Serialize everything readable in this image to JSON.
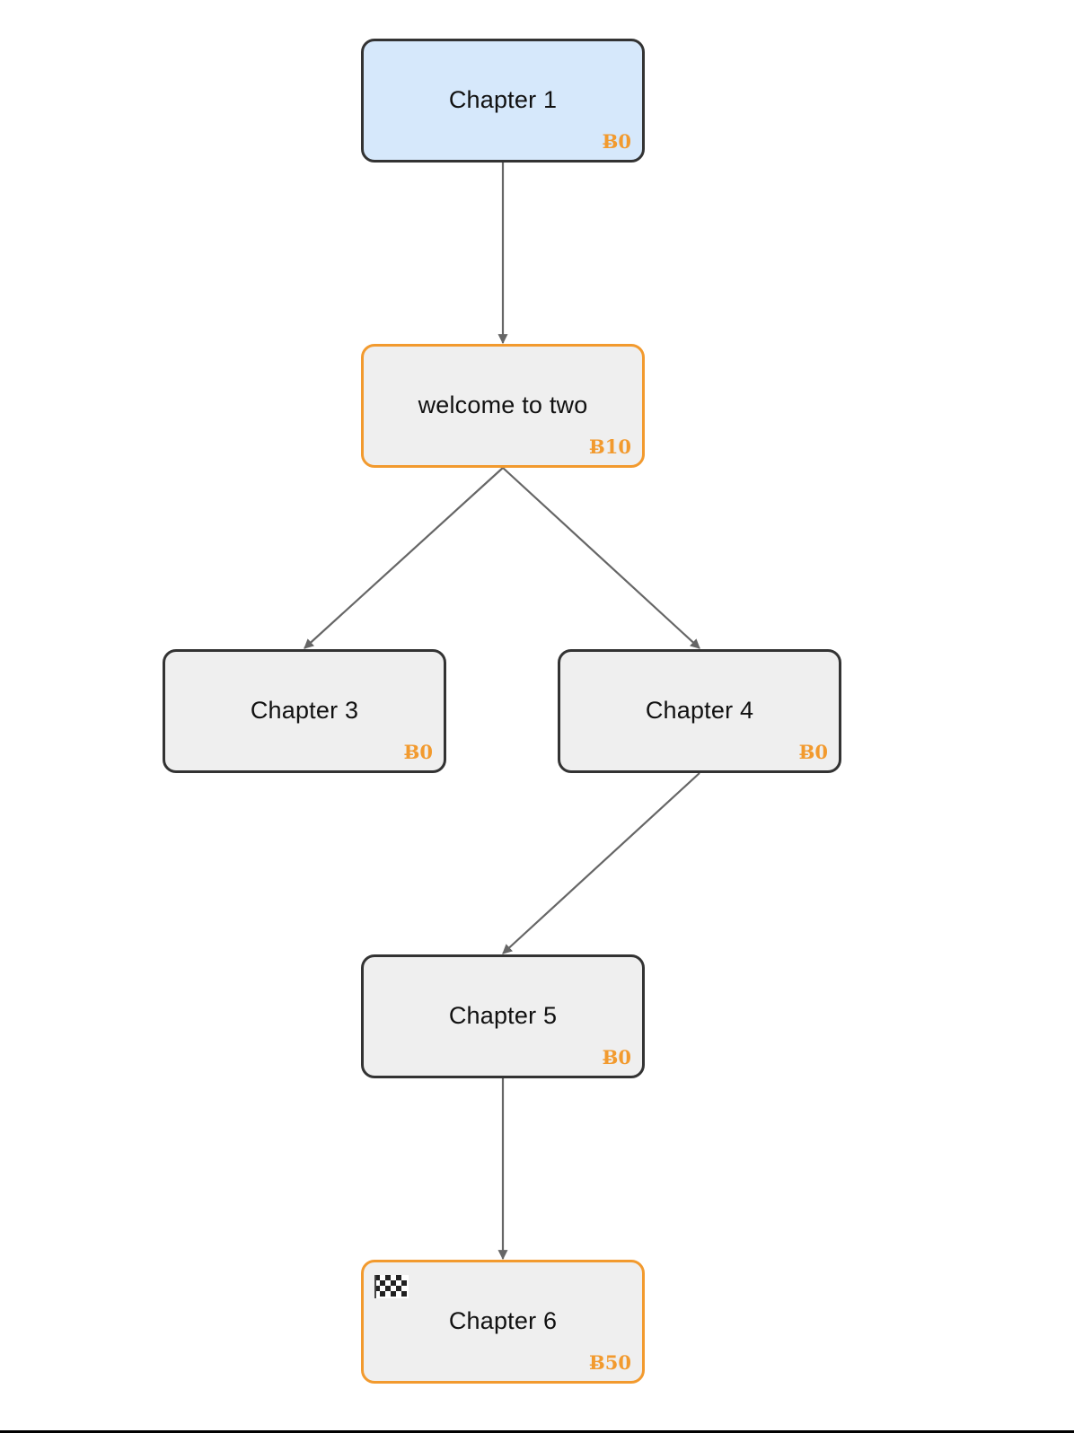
{
  "colors": {
    "node_border": "#333333",
    "node_fill": "#efefef",
    "selected_fill": "#d6e8fb",
    "highlight_border": "#f29a2e",
    "cost_text": "#f29a2e",
    "edge": "#666666"
  },
  "nodes": [
    {
      "id": "n1",
      "title": "Chapter 1",
      "cost": "Ƀ0",
      "selected": true,
      "highlight": false,
      "end_flag": false
    },
    {
      "id": "n2",
      "title": "welcome to two",
      "cost": "Ƀ10",
      "selected": false,
      "highlight": true,
      "end_flag": false
    },
    {
      "id": "n3",
      "title": "Chapter 3",
      "cost": "Ƀ0",
      "selected": false,
      "highlight": false,
      "end_flag": false
    },
    {
      "id": "n4",
      "title": "Chapter 4",
      "cost": "Ƀ0",
      "selected": false,
      "highlight": false,
      "end_flag": false
    },
    {
      "id": "n5",
      "title": "Chapter 5",
      "cost": "Ƀ0",
      "selected": false,
      "highlight": false,
      "end_flag": false
    },
    {
      "id": "n6",
      "title": "Chapter 6",
      "cost": "Ƀ50",
      "selected": false,
      "highlight": true,
      "end_flag": true,
      "end_icon": "checkered-flag-icon"
    }
  ],
  "edges": [
    {
      "from": "n1",
      "to": "n2"
    },
    {
      "from": "n2",
      "to": "n3"
    },
    {
      "from": "n2",
      "to": "n4"
    },
    {
      "from": "n4",
      "to": "n5"
    },
    {
      "from": "n5",
      "to": "n6"
    }
  ]
}
